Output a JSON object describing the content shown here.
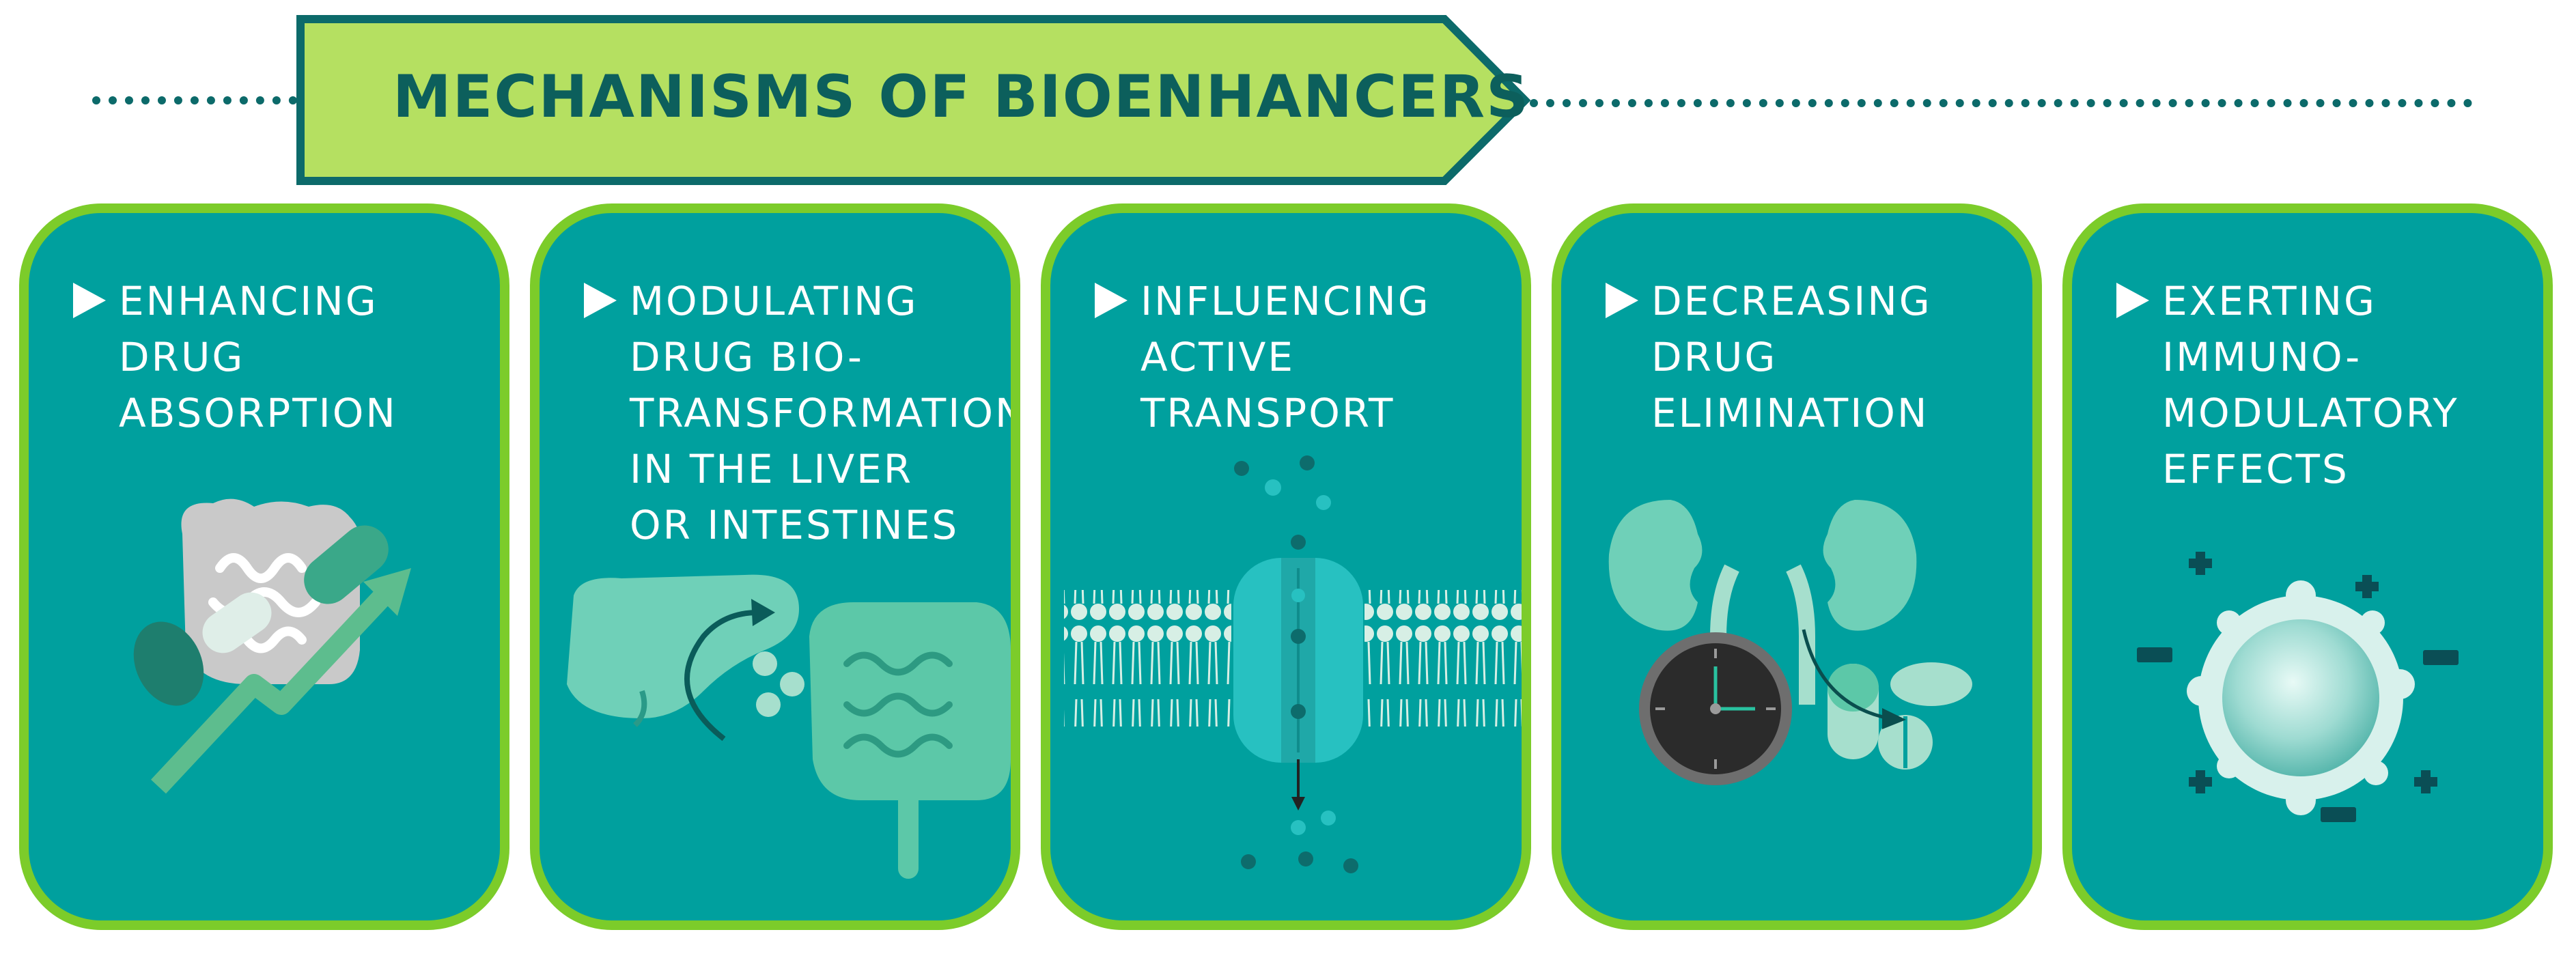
{
  "banner": {
    "title": "MECHANISMS OF BIOENHANCERS"
  },
  "colors": {
    "teal": "#00a09e",
    "card_border": "#7ccc2a",
    "banner_fill": "#b5e061",
    "banner_stroke": "#0c6a6a",
    "light_teal": "#6fd0b8",
    "dark_teal": "#0a5c5a"
  },
  "cards": [
    {
      "title": "ENHANCING\nDRUG\nABSORPTION",
      "icon": "intestine-with-pills-and-rising-arrow-icon"
    },
    {
      "title": "MODULATING\nDRUG BIO-\nTRANSFORMATION\nIN THE LIVER\nOR INTESTINES",
      "icon": "liver-and-intestine-icon"
    },
    {
      "title": "INFLUENCING\nACTIVE\nTRANSPORT",
      "icon": "membrane-transporter-icon"
    },
    {
      "title": "DECREASING\nDRUG\nELIMINATION",
      "icon": "kidneys-clock-pills-icon"
    },
    {
      "title": "EXERTING\nIMMUNO-\nMODULATORY\nEFFECTS",
      "icon": "immune-cell-plus-minus-icon"
    }
  ]
}
